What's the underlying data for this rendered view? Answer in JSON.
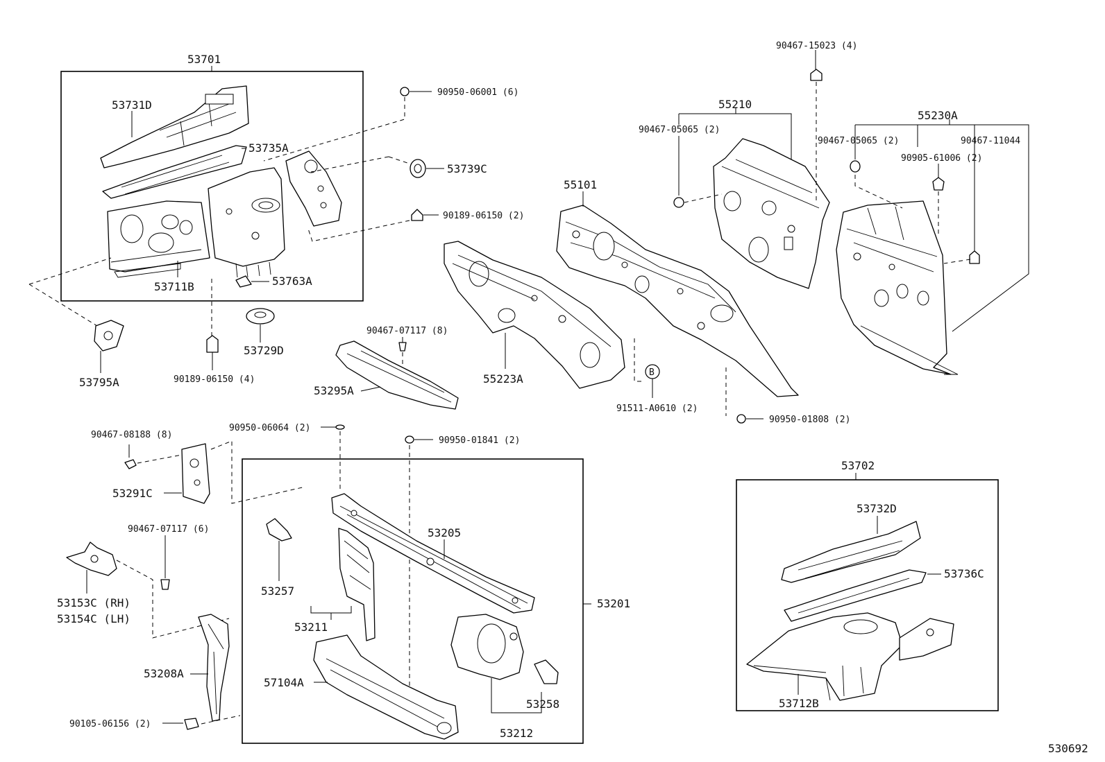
{
  "diagram_id": "530692",
  "callout_symbol": "B",
  "labels": {
    "p53701": "53701",
    "p53731D": "53731D",
    "p53735A": "53735A",
    "p53711B": "53711B",
    "p53763A": "53763A",
    "p53729D": "53729D",
    "p53795A": "53795A",
    "p90189_06150_4": "90189-06150 (4)",
    "p90950_06001_6": "90950-06001 (6)",
    "p53739C": "53739C",
    "p90189_06150_2": "90189-06150 (2)",
    "p55101": "55101",
    "p55210": "55210",
    "p90467_15023_4": "90467-15023 (4)",
    "p90467_05065_2a": "90467-05065 (2)",
    "p55230A": "55230A",
    "p90467_05065_2b": "90467-05065 (2)",
    "p90467_11044": "90467-11044",
    "p90905_61006_2": "90905-61006 (2)",
    "p90467_07117_8": "90467-07117 (8)",
    "p55223A": "55223A",
    "p53295A": "53295A",
    "p91511_A0610_2": "91511-A0610 (2)",
    "p90950_01808_2": "90950-01808 (2)",
    "p90467_08188_8": "90467-08188 (8)",
    "p90950_06064_2": "90950-06064 (2)",
    "p90950_01841_2": "90950-01841 (2)",
    "p53291C": "53291C",
    "p53205": "53205",
    "p53257": "53257",
    "p53211": "53211",
    "p53201": "53201",
    "p90467_07117_6": "90467-07117 (6)",
    "p53153C": "53153C (RH)",
    "p53154C": "53154C (LH)",
    "p53208A": "53208A",
    "p57104A": "57104A",
    "p53258": "53258",
    "p53212": "53212",
    "p90105_06156_2": "90105-06156 (2)",
    "p53702": "53702",
    "p53732D": "53732D",
    "p53736C": "53736C",
    "p53712B": "53712B"
  }
}
